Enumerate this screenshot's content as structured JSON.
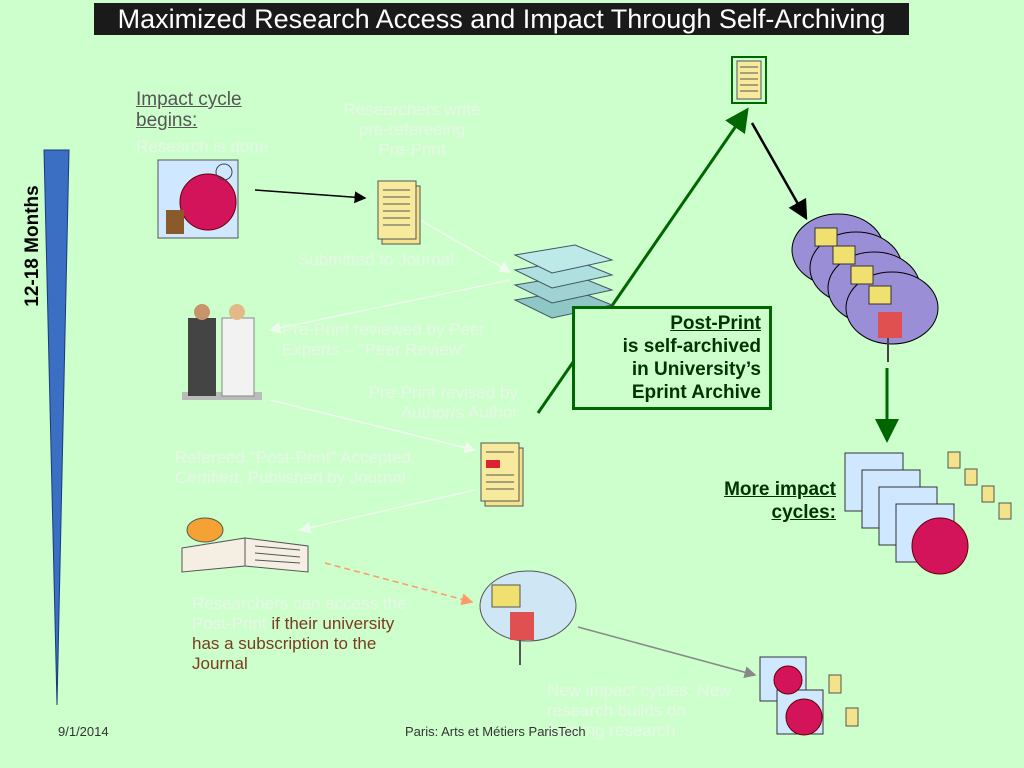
{
  "title": "Maximized Research Access and Impact Through Self-Archiving",
  "timeline_label": "12-18 Months",
  "impact_cycle": {
    "heading": "Impact cycle begins:",
    "sub": "Research is done"
  },
  "steps": {
    "preprint_written": "Researchers write pre-refereeing Pre-Print",
    "submitted": "Submitted to Journal",
    "peer_review": "Pre-Print reviewed by Peer Experts – \"Peer Review\"",
    "revised": "Pre-Print revised by Author/s Author",
    "accepted": "Refereed \"Post-Print\" Accepted, Certified, Published by Journal",
    "access_faint": "Researchers can access the Post-Print",
    "access_dark": "if their university has a subscription to the Journal",
    "new_cycles": "New impact cycles: New research builds on existing research"
  },
  "postprint_box": {
    "line1": "Post-Print",
    "line2": "is self-archived",
    "line3": "in University’s",
    "line4": "Eprint Archive"
  },
  "more_impact": "More impact cycles:",
  "footer": {
    "date": "9/1/2014",
    "center": "Paris: Arts et Métiers ParisTech"
  },
  "colors": {
    "background": "#ccffcc",
    "accent_green": "#006600",
    "timeline_blue": "#3b6fc4",
    "access_text": "#7a3b1e"
  }
}
